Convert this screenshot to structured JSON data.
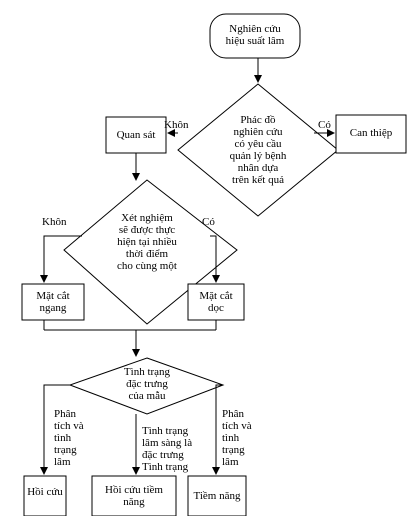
{
  "diagram": {
    "nodes": {
      "start": "Nghiên cứu\nhiệu suất lâm",
      "decision_protocol": "Phác đồ\nnghiên cứu\ncó yêu cầu\nquản lý bệnh\nnhân dựa\ntrên kết quả",
      "observe": "Quan sát",
      "intervene": "Can thiệp",
      "decision_timing": "Xét nghiệm\nsẽ được thực\nhiện tại nhiều\nthời điểm\ncho cùng một",
      "cross_section": "Mặt cắt\nngang",
      "longitudinal": "Mặt cắt\ndọc",
      "decision_sample": "Tình trạng\nđặc trưng\ncủa mẫu",
      "retro": "Hồi cứu",
      "retro_prospective": "Hồi cứu tiềm\nnăng",
      "prospective": "Tiềm năng"
    },
    "edge_labels": {
      "protocol_no": "Khôn",
      "protocol_yes": "Có",
      "timing_no": "Khôn",
      "timing_yes": "Có",
      "sample_left": "Phân\ntích và\ntình\ntrạng\nlâm",
      "sample_middle": "Tình trạng\nlâm sàng là\nđặc trưng\nTình trạng",
      "sample_right": "Phân\ntích và\ntình\ntrạng\nlâm"
    }
  }
}
